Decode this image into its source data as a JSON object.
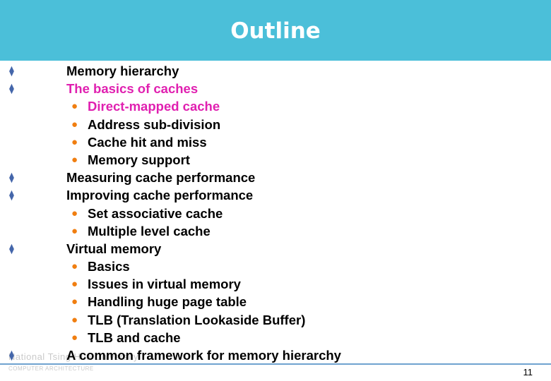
{
  "slide": {
    "title": "Outline",
    "page_number": "11",
    "footer_logo": {
      "line1": "National Tsing Hua University",
      "line2": "COMPUTER ARCHITECTURE"
    },
    "items": [
      {
        "level": 1,
        "text": "Memory hierarchy",
        "color": "#000000",
        "marker": "diamond-bullet"
      },
      {
        "level": 1,
        "text": "The basics of caches",
        "color": "#e020b0",
        "marker": "diamond-bullet"
      },
      {
        "level": 2,
        "text": "Direct-mapped cache",
        "color": "#e020b0",
        "marker": "orange-dot"
      },
      {
        "level": 2,
        "text": "Address sub-division",
        "color": "#000000",
        "marker": "orange-dot"
      },
      {
        "level": 2,
        "text": "Cache hit and miss",
        "color": "#000000",
        "marker": "orange-dot"
      },
      {
        "level": 2,
        "text": "Memory support",
        "color": "#000000",
        "marker": "orange-dot"
      },
      {
        "level": 1,
        "text": "Measuring cache performance",
        "color": "#000000",
        "marker": "diamond-bullet"
      },
      {
        "level": 1,
        "text": "Improving cache performance",
        "color": "#000000",
        "marker": "diamond-bullet"
      },
      {
        "level": 2,
        "text": "Set associative cache",
        "color": "#000000",
        "marker": "orange-dot"
      },
      {
        "level": 2,
        "text": "Multiple level cache",
        "color": "#000000",
        "marker": "orange-dot"
      },
      {
        "level": 1,
        "text": "Virtual memory",
        "color": "#000000",
        "marker": "diamond-bullet"
      },
      {
        "level": 2,
        "text": "Basics",
        "color": "#000000",
        "marker": "orange-dot"
      },
      {
        "level": 2,
        "text": "Issues in virtual memory",
        "color": "#000000",
        "marker": "orange-dot"
      },
      {
        "level": 2,
        "text": "Handling huge page table",
        "color": "#000000",
        "marker": "orange-dot"
      },
      {
        "level": 2,
        "text": "TLB (Translation Lookaside Buffer)",
        "color": "#000000",
        "marker": "orange-dot"
      },
      {
        "level": 2,
        "text": "TLB and cache",
        "color": "#000000",
        "marker": "orange-dot"
      },
      {
        "level": 1,
        "text": "A common framework for memory hierarchy",
        "color": "#000000",
        "marker": "diamond-bullet"
      }
    ]
  }
}
